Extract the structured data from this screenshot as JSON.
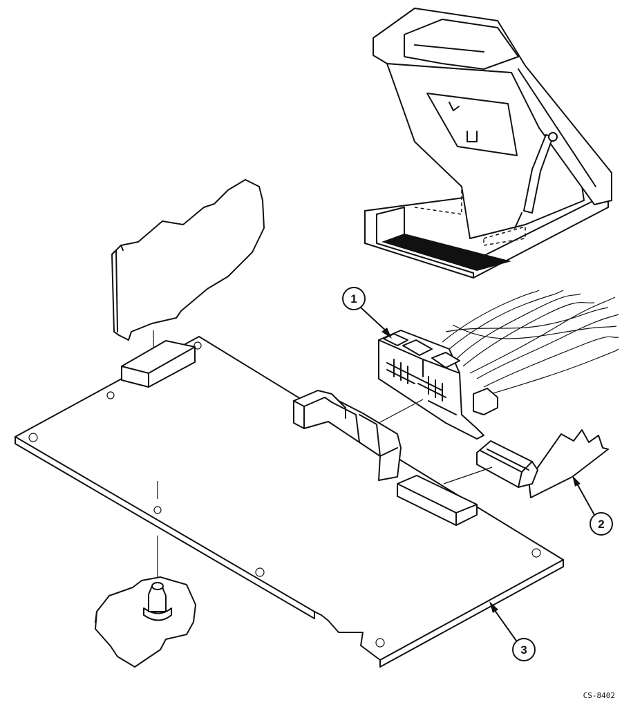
{
  "figure": {
    "id_label": "CS-8402"
  },
  "callouts": [
    {
      "number": "1",
      "part": "cable-connector"
    },
    {
      "number": "2",
      "part": "ribbon-cable-connector"
    },
    {
      "number": "3",
      "part": "circuit-board"
    }
  ],
  "colors": {
    "line": "#111111",
    "background": "#ffffff"
  }
}
